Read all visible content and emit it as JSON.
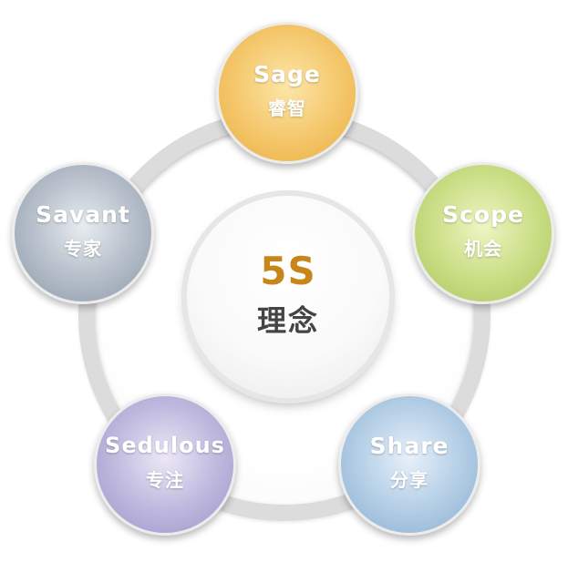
{
  "center": {
    "title": "5S",
    "subtitle": "理念"
  },
  "nodes": {
    "sage": {
      "en": "Sage",
      "zh": "睿智",
      "color": "#f4c66a"
    },
    "savant": {
      "en": "Savant",
      "zh": "专家",
      "color": "#b6bfca"
    },
    "scope": {
      "en": "Scope",
      "zh": "机会",
      "color": "#cbdf88"
    },
    "sedulous": {
      "en": "Sedulous",
      "zh": "专注",
      "color": "#c0badf"
    },
    "share": {
      "en": "Share",
      "zh": "分享",
      "color": "#b5cfe6"
    }
  },
  "colors": {
    "title": "#c8861a",
    "subtitle": "#444444",
    "ring": "#dcdcdc"
  }
}
